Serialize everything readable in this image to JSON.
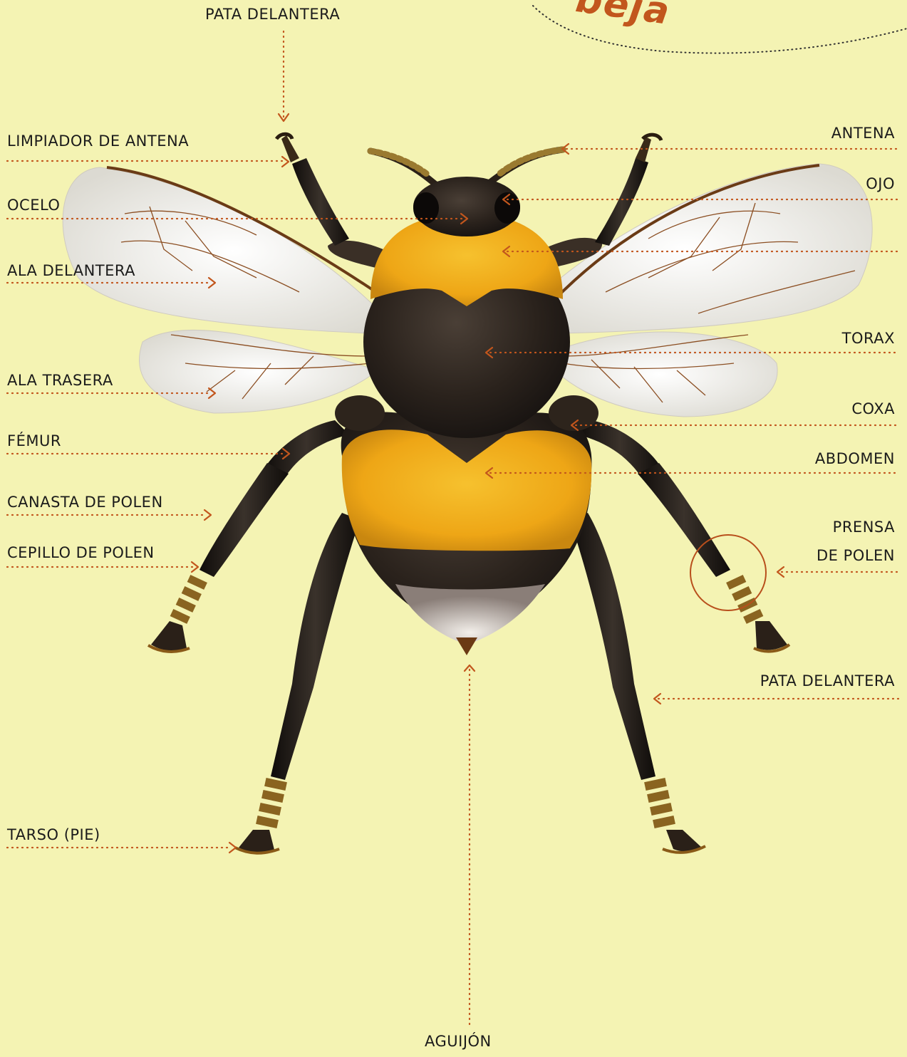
{
  "title_fragment": "beja",
  "labels": {
    "pata_delantera_top": "PATA DELANTERA",
    "limpiador": "LIMPIADOR DE ANTENA",
    "ocelo": "OCELO",
    "ala_delantera": "ALA DELANTERA",
    "ala_trasera": "ALA TRASERA",
    "femur": "FÉMUR",
    "canasta": "CANASTA DE POLEN",
    "cepillo": "CEPILLO DE POLEN",
    "tarso": "TARSO (PIE)",
    "antena": "ANTENA",
    "ojo": "OJO",
    "torax": "TORAX",
    "coxa": "COXA",
    "abdomen": "ABDOMEN",
    "prensa_1": "PRENSA",
    "prensa_2": "DE POLEN",
    "pata_delantera_right": "PATA DELANTERA",
    "aguijon": "AGUIJÓN"
  },
  "colors": {
    "background": "#f4f3b3",
    "leader": "#c2561d",
    "fur_yellow": "#f2b21c",
    "fur_dark": "#221c18",
    "wing": "#f1f0ea"
  }
}
